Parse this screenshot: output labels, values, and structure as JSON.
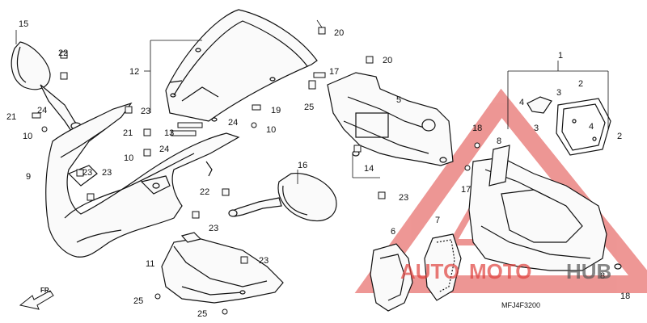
{
  "diagram": {
    "code": "MFJ4F3200",
    "front_marker": "FR.",
    "labels": {
      "n1": "1",
      "n2": "2",
      "n2b": "2",
      "n3": "3",
      "n3b": "3",
      "n4": "4",
      "n4b": "4",
      "n5": "5",
      "n6": "6",
      "n7": "7",
      "n8": "8",
      "n8b": "8",
      "n9": "9",
      "n10a": "10",
      "n10b": "10",
      "n10c": "10",
      "n11": "11",
      "n12": "12",
      "n13": "13",
      "n14": "14",
      "n15": "15",
      "n16": "16",
      "n17a": "17",
      "n17b": "17",
      "n18a": "18",
      "n18b": "18",
      "n19": "19",
      "n20a": "20",
      "n20b": "20",
      "n21a": "21",
      "n21b": "21",
      "n22a": "22",
      "n22b": "22",
      "n23a": "23",
      "n23b": "23",
      "n23c": "23",
      "n23d": "23",
      "n23e": "23",
      "n23f": "23",
      "n24a": "24",
      "n24b": "24",
      "n24c": "24",
      "n25a": "25",
      "n25b": "25",
      "n25c": "25"
    }
  },
  "watermark": {
    "auto": "AUTO",
    "moto": "MOTO",
    "hub": "HUB",
    "color_main": "#e0423e",
    "color_hub": "#555555"
  }
}
